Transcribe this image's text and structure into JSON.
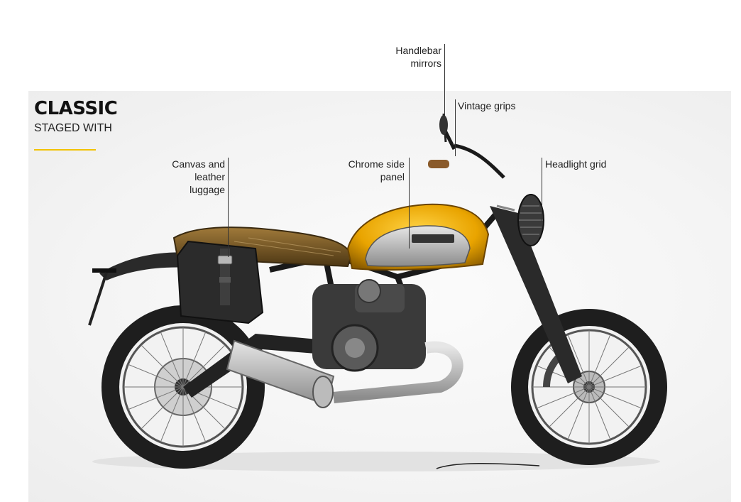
{
  "header": {
    "title": "CLASSIC",
    "subtitle": "STAGED WITH"
  },
  "callouts": {
    "mirrors": "Handlebar mirrors",
    "grips": "Vintage grips",
    "headlight": "Headlight grid",
    "panel": "Chrome side panel",
    "luggage": "Canvas and leather luggage"
  },
  "colors": {
    "accent": "#f2c200",
    "tank": "#e9a400",
    "seat": "#6b4d1e"
  }
}
